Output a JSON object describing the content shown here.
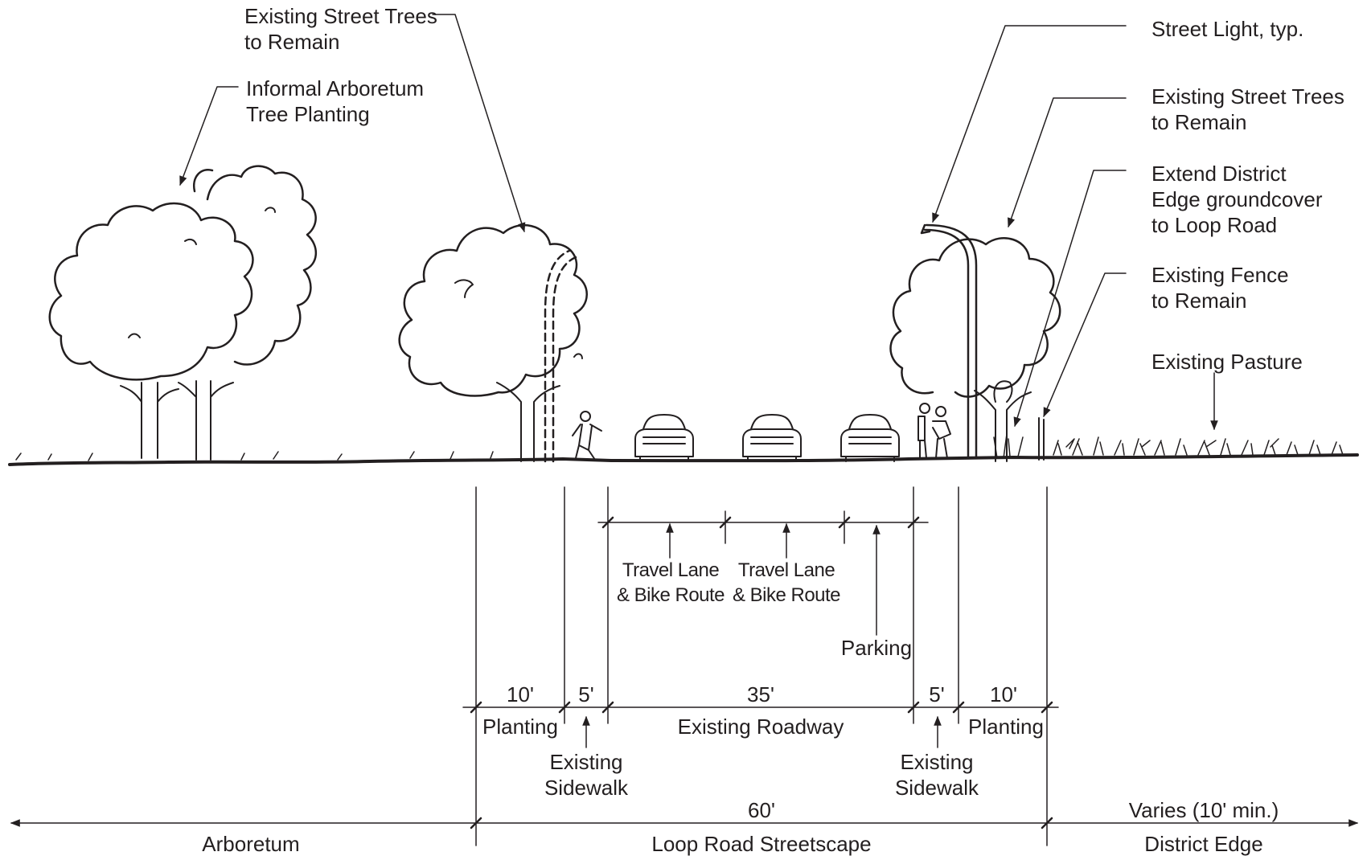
{
  "callouts": {
    "street_trees_left": "Existing Street Trees\nto Remain",
    "arboretum_planting": "Informal Arboretum\nTree Planting",
    "street_light": "Street Light, typ.",
    "street_trees_right": "Existing Street Trees\nto Remain",
    "district_edge_groundcover": "Extend District\nEdge groundcover\nto Loop Road",
    "fence": "Existing Fence\nto Remain",
    "pasture": "Existing Pasture"
  },
  "lanes": {
    "travel_lane_1": "Travel Lane\n& Bike Route",
    "travel_lane_2": "Travel Lane\n& Bike Route",
    "parking": "Parking"
  },
  "dimensions": {
    "planting_left_width": "10'",
    "planting_left": "Planting",
    "sidewalk_left_width": "5'",
    "sidewalk_left": "Existing\nSidewalk",
    "roadway_width": "35'",
    "roadway": "Existing Roadway",
    "sidewalk_right_width": "5'",
    "sidewalk_right": "Existing\nSidewalk",
    "planting_right_width": "10'",
    "planting_right": "Planting"
  },
  "zones": {
    "streetscape_width": "60'",
    "district_edge_width": "Varies (10' min.)",
    "arboretum": "Arboretum",
    "streetscape": "Loop Road Streetscape",
    "district_edge": "District Edge"
  },
  "colors": {
    "ink": "#231f20",
    "background": "#ffffff"
  }
}
